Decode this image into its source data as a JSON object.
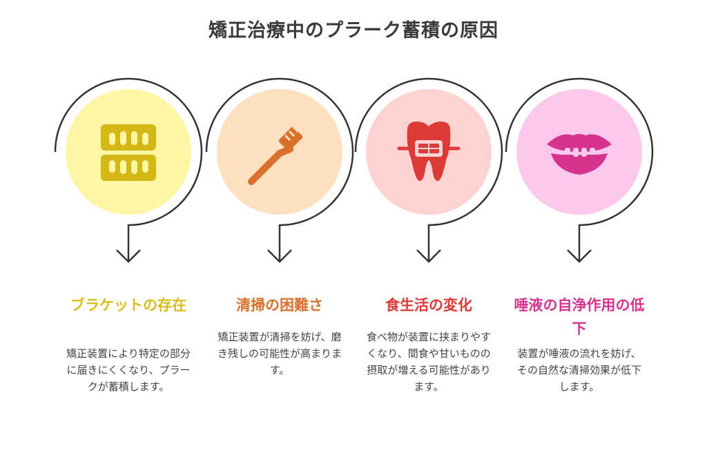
{
  "title": "矯正治療中のプラーク蓄積の原因",
  "colors": {
    "line": "#333333",
    "step1": "#d9bd1a",
    "step2": "#d9702b",
    "step3": "#db3a36",
    "step4": "#d6338f"
  },
  "steps": [
    {
      "icon": "teeth-icon",
      "title": "ブラケットの存在",
      "desc": "矯正装置により特定の部分に届きにくくなり、プラークが蓄積します。",
      "circle_color": "#fdf6a3",
      "icon_color": "#d3b816",
      "title_color": "#d9bd1a"
    },
    {
      "icon": "toothbrush-icon",
      "title": "清掃の困難さ",
      "desc": "矯正装置が清掃を妨げ、磨き残しの可能性が高まります。",
      "circle_color": "#fde0c0",
      "icon_color": "#d9702b",
      "title_color": "#d9702b"
    },
    {
      "icon": "tooth-braces-icon",
      "title": "食生活の変化",
      "desc": "食べ物が装置に挟まりやすくなり、間食や甘いものの摂取が増える可能性があります。",
      "circle_color": "#fdd2d0",
      "icon_color": "#db3a36",
      "title_color": "#db3a36"
    },
    {
      "icon": "mouth-icon",
      "title": "唾液の自浄作用の低下",
      "desc": "装置が唾液の流れを妨げ、その自然な清掃効果が低下します。",
      "circle_color": "#fcc8ec",
      "icon_color": "#d6338f",
      "title_color": "#d6338f"
    }
  ]
}
